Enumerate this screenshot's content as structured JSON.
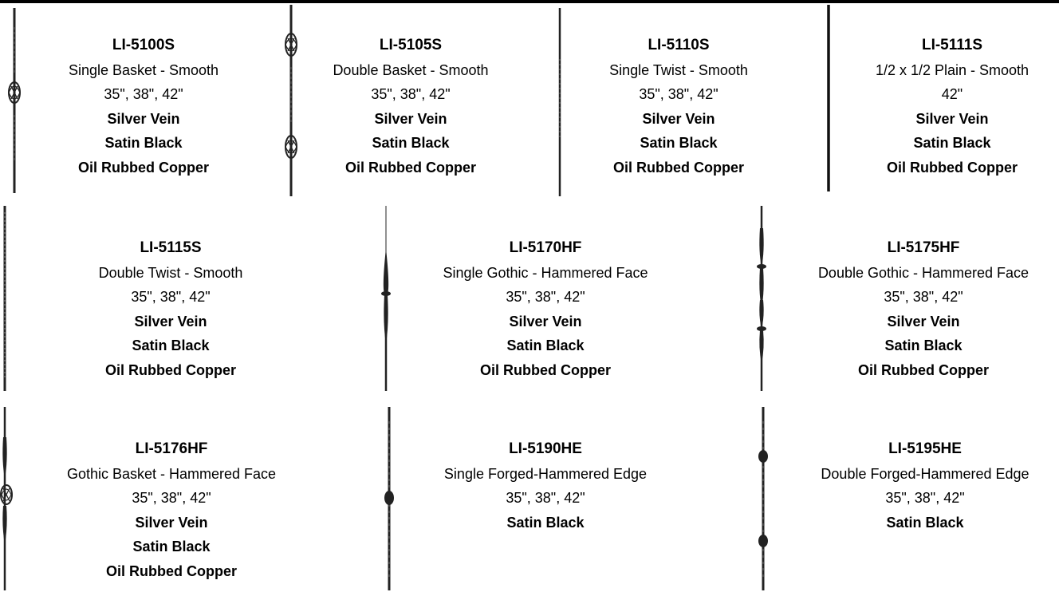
{
  "products": [
    {
      "code": "LI-5100S",
      "name": "Single Basket - Smooth",
      "sizes": "35\", 38\", 42\"",
      "finishes": [
        "Silver Vein",
        "Satin Black",
        "Oil Rubbed Copper"
      ],
      "icon": "single-basket-baluster-icon"
    },
    {
      "code": "LI-5105S",
      "name": "Double Basket - Smooth",
      "sizes": "35\", 38\", 42\"",
      "finishes": [
        "Silver Vein",
        "Satin Black",
        "Oil Rubbed Copper"
      ],
      "icon": "double-basket-baluster-icon"
    },
    {
      "code": "LI-5110S",
      "name": "Single Twist - Smooth",
      "sizes": "35\", 38\", 42\"",
      "finishes": [
        "Silver Vein",
        "Satin Black",
        "Oil Rubbed Copper"
      ],
      "icon": "single-twist-baluster-icon"
    },
    {
      "code": "LI-5111S",
      "name": "1/2 x 1/2 Plain - Smooth",
      "sizes": "42\"",
      "finishes": [
        "Silver Vein",
        "Satin Black",
        "Oil Rubbed Copper"
      ],
      "icon": "plain-baluster-icon"
    },
    {
      "code": "LI-5115S",
      "name": "Double Twist - Smooth",
      "sizes": "35\", 38\", 42\"",
      "finishes": [
        "Silver Vein",
        "Satin Black",
        "Oil Rubbed Copper"
      ],
      "icon": "double-twist-baluster-icon"
    },
    {
      "code": "LI-5170HF",
      "name": "Single Gothic - Hammered Face",
      "sizes": "35\", 38\", 42\"",
      "finishes": [
        "Silver Vein",
        "Satin Black",
        "Oil Rubbed Copper"
      ],
      "icon": "single-gothic-baluster-icon"
    },
    {
      "code": "LI-5175HF",
      "name": "Double Gothic - Hammered Face",
      "sizes": "35\", 38\", 42\"",
      "finishes": [
        "Silver Vein",
        "Satin Black",
        "Oil Rubbed Copper"
      ],
      "icon": "double-gothic-baluster-icon"
    },
    {
      "code": "LI-5176HF",
      "name": "Gothic Basket - Hammered Face",
      "sizes": "35\", 38\", 42\"",
      "finishes": [
        "Silver Vein",
        "Satin Black",
        "Oil Rubbed Copper"
      ],
      "icon": "gothic-basket-baluster-icon"
    },
    {
      "code": "LI-5190HE",
      "name": "Single Forged-Hammered Edge",
      "sizes": "35\", 38\", 42\"",
      "finishes": [
        "Satin Black"
      ],
      "icon": "single-forged-baluster-icon"
    },
    {
      "code": "LI-5195HE",
      "name": "Double Forged-Hammered Edge",
      "sizes": "35\", 38\", 42\"",
      "finishes": [
        "Satin Black"
      ],
      "icon": "double-forged-baluster-icon"
    }
  ]
}
